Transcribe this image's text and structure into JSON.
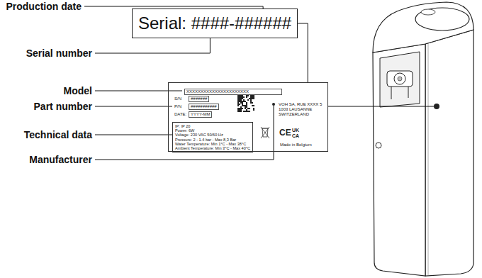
{
  "diagram": {
    "nodes": [
      {
        "text": [
          "Serial: ####-######"
        ]
      },
      {
        "text": [
          "XXXXXXXXXXXXXXXXXXXXXX",
          "S/N",
          "#######",
          "P/N",
          "###########",
          "DATE:",
          "YYYY-MM",
          "VOH SA, RUE XXXX 5",
          "1003 LAUSANNE",
          "SWITZERLAND",
          "Made in Belgium"
        ]
      },
      {
        "text": [
          "IP: IP 20",
          "Power: 6W",
          "Voltage: 230 VAC 50/60 Hz",
          "Pressure: 2 - 1.4 bar - Max 8,3 Bar",
          "Water Temperature: Min 1°C - Max 38°C",
          "Ambient Temperature: Min 3°C - Max 40°C"
        ],
        "in": 1
      }
    ],
    "edges": [
      {
        "from": 0,
        "to": 1,
        "arrow": "none"
      }
    ],
    "labels": [
      "Production date",
      "Serial number",
      "Model",
      "Part number",
      "Technical data",
      "Manufacturer",
      "CE",
      "UK",
      "CA"
    ]
  }
}
